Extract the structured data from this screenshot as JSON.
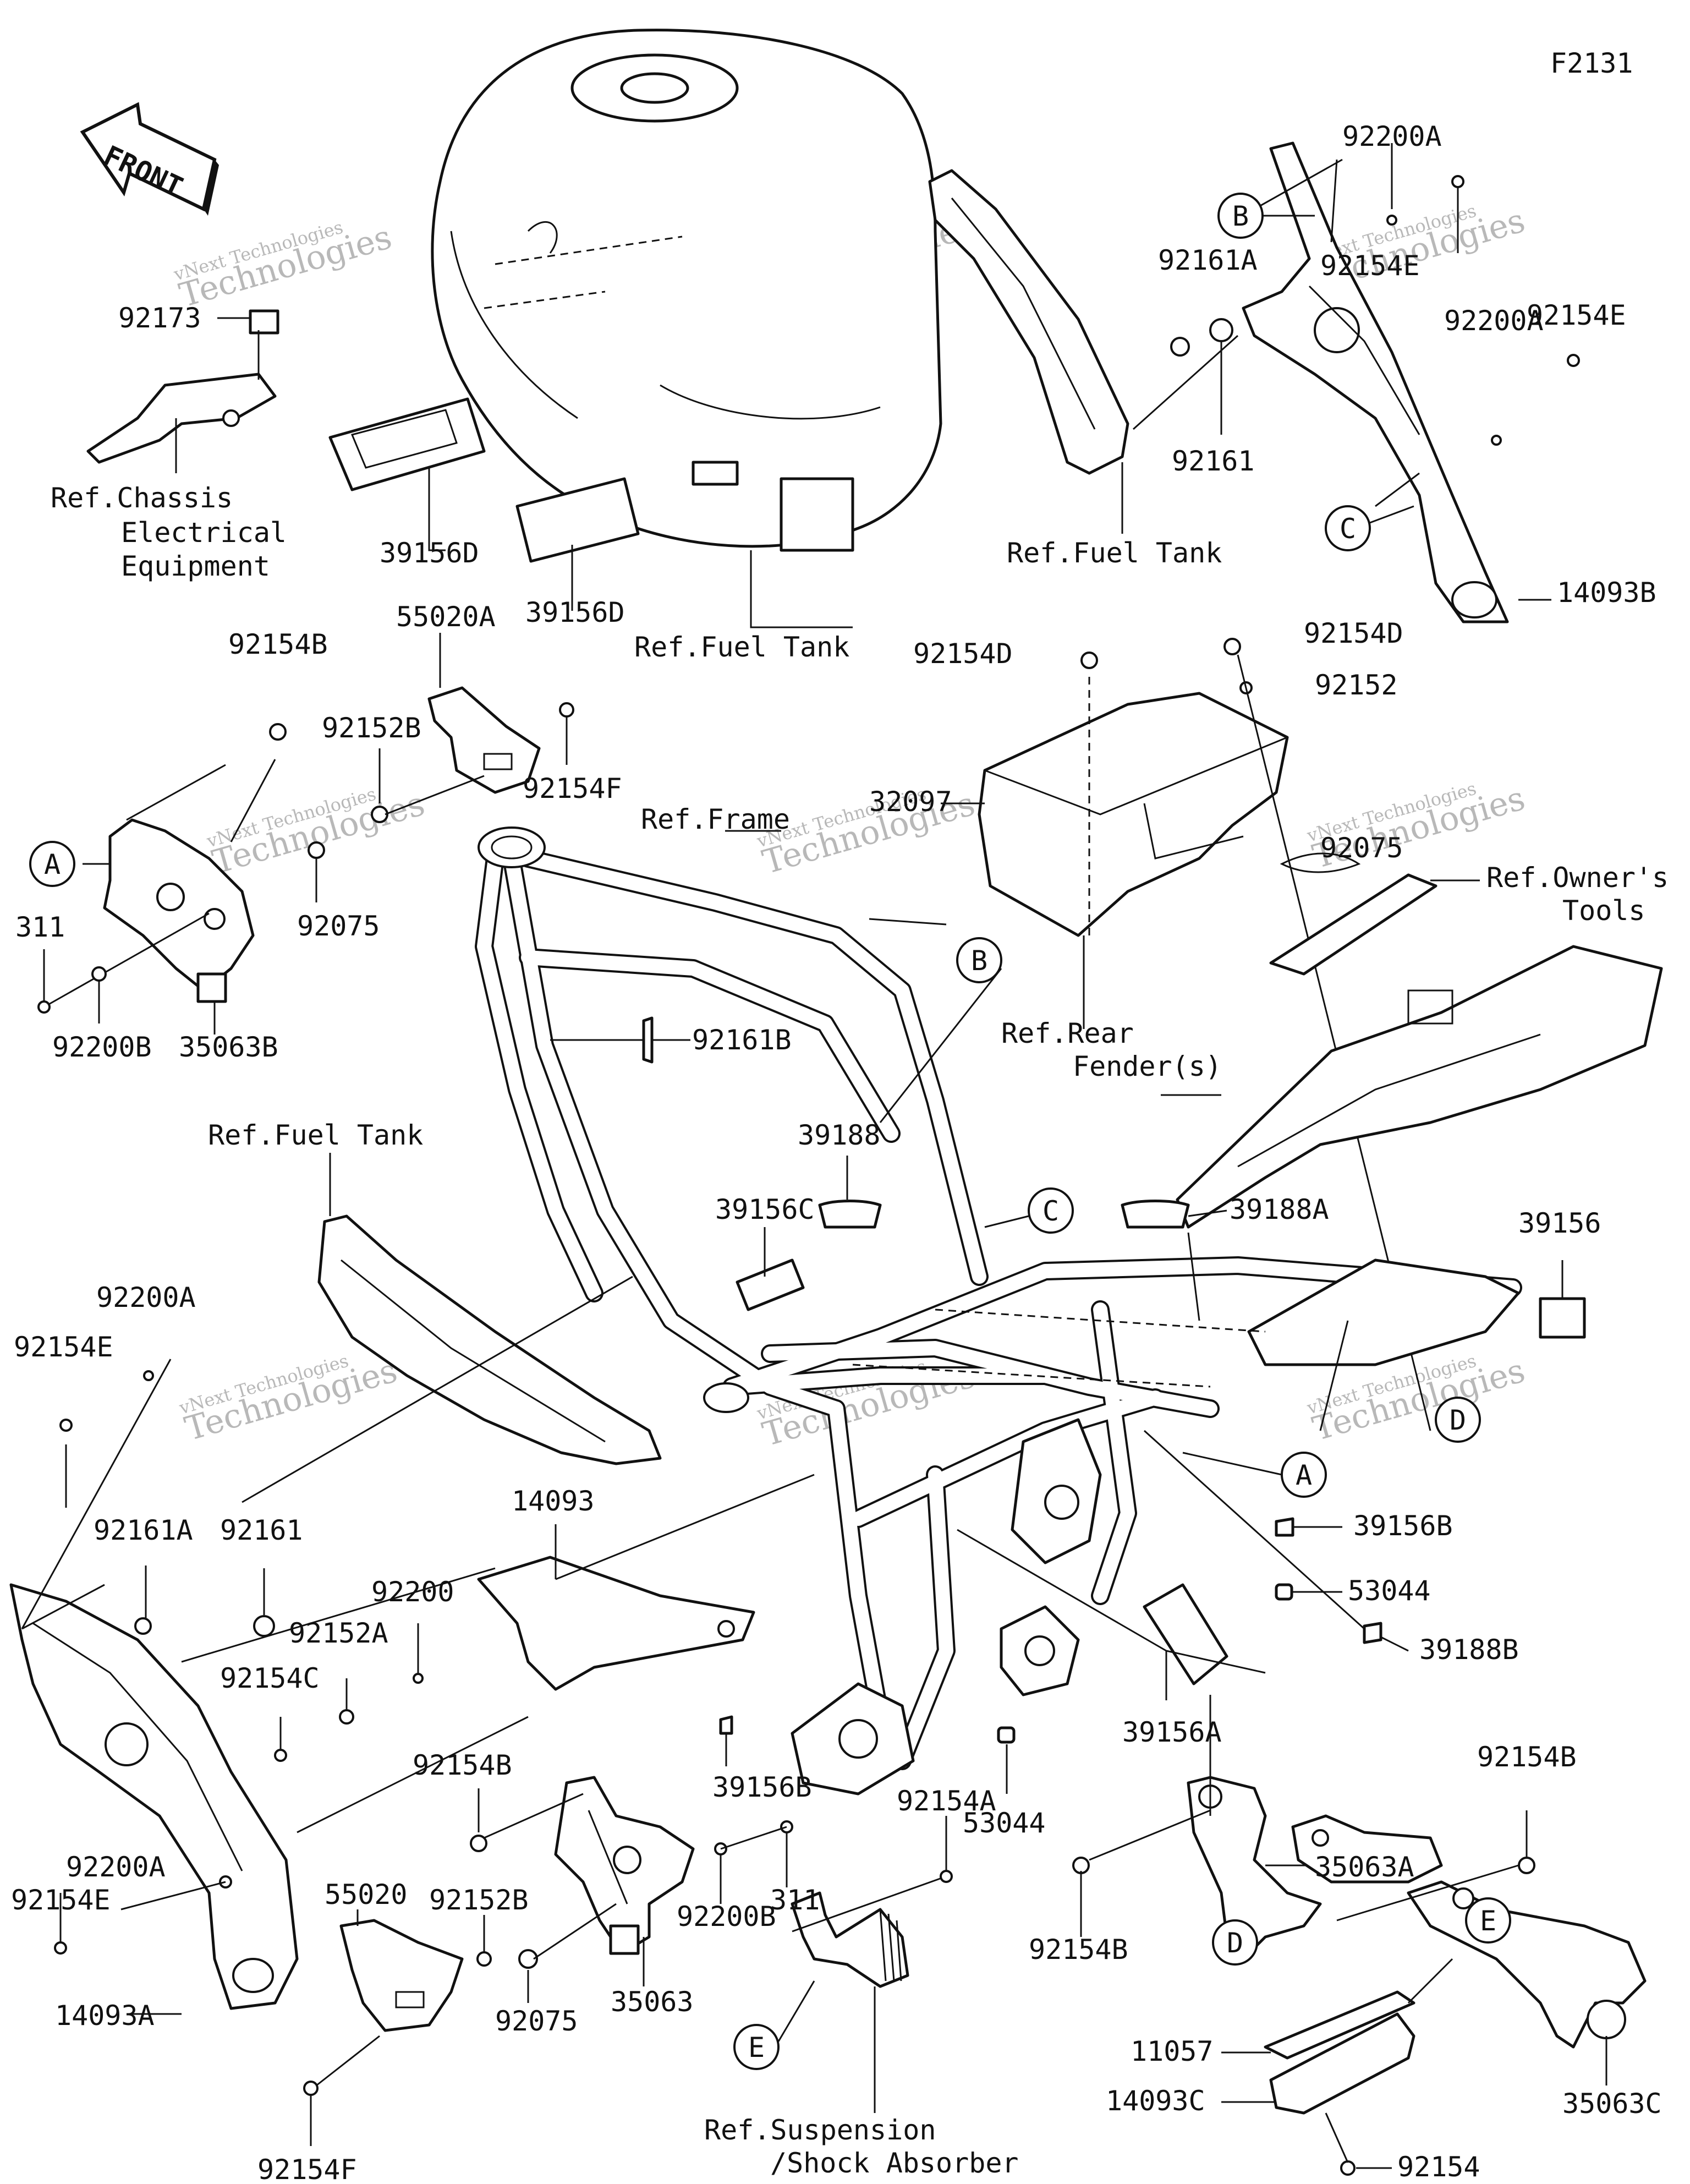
{
  "diagram": {
    "figure_code": "F2131",
    "front_arrow": "FRONT",
    "watermark_line1": "vNext Technologies",
    "watermark_line2": "Technologies"
  },
  "callouts": {
    "A1": "A",
    "A2": "A",
    "B1": "B",
    "B2": "B",
    "C1": "C",
    "C2": "C",
    "D1": "D",
    "D2": "D",
    "E1": "E",
    "E2": "E"
  },
  "labels": {
    "p92173": "92173",
    "ref_chassis_1": "Ref.Chassis",
    "ref_chassis_2": "Electrical",
    "ref_chassis_3": "Equipment",
    "p39156D_a": "39156D",
    "p39156D_b": "39156D",
    "ref_fuel_tank_a": "Ref.Fuel Tank",
    "ref_fuel_tank_b": "Ref.Fuel Tank",
    "ref_fuel_tank_c": "Ref.Fuel Tank",
    "p92200A_a": "92200A",
    "p92154E_a": "92154E",
    "p92161A_a": "92161A",
    "p92154E_b": "92154E",
    "p92200A_b": "92200A",
    "p92161_a": "92161",
    "p14093B": "14093B",
    "p92154D_a": "92154D",
    "p92154D_b": "92154D",
    "p92152": "92152",
    "p32097": "32097",
    "p92075_r": "92075",
    "ref_owners_1": "Ref.Owner's",
    "ref_owners_2": "Tools",
    "ref_rear_1": "Ref.Rear",
    "ref_rear_2": "Fender(s)",
    "p92154B_a": "92154B",
    "p55020A": "55020A",
    "p92152B_a": "92152B",
    "p92154F_a": "92154F",
    "ref_frame": "Ref.Frame",
    "p311_a": "311",
    "p92075_a": "92075",
    "p92200B_a": "92200B",
    "p35063B": "35063B",
    "p92161B": "92161B",
    "p39188": "39188",
    "p39156C": "39156C",
    "p39188A": "39188A",
    "p39156": "39156",
    "p92200A_c": "92200A",
    "p92154E_c": "92154E",
    "p92161A_b": "92161A",
    "p92161_b": "92161",
    "p14093": "14093",
    "p92200": "92200",
    "p92152A": "92152A",
    "p92154C": "92154C",
    "p39156B_a": "39156B",
    "p53044_a": "53044",
    "p39188B": "39188B",
    "p39156A": "39156A",
    "p92154B_b": "92154B",
    "p39156B_b": "39156B",
    "p53044_b": "53044",
    "p92154B_c": "92154B",
    "p35063A": "35063A",
    "p92154B_d": "92154B",
    "p92200A_d": "92200A",
    "p92154E_d": "92154E",
    "p14093A": "14093A",
    "p55020": "55020",
    "p92152B_b": "92152B",
    "p92075_b": "92075",
    "p35063": "35063",
    "p92200B_b": "92200B",
    "p311_b": "311",
    "p92154A": "92154A",
    "p92154F_b": "92154F",
    "ref_susp_1": "Ref.Suspension",
    "ref_susp_2": "/Shock Absorber",
    "p11057": "11057",
    "p14093C": "14093C",
    "p92154": "92154",
    "p35063C": "35063C"
  }
}
